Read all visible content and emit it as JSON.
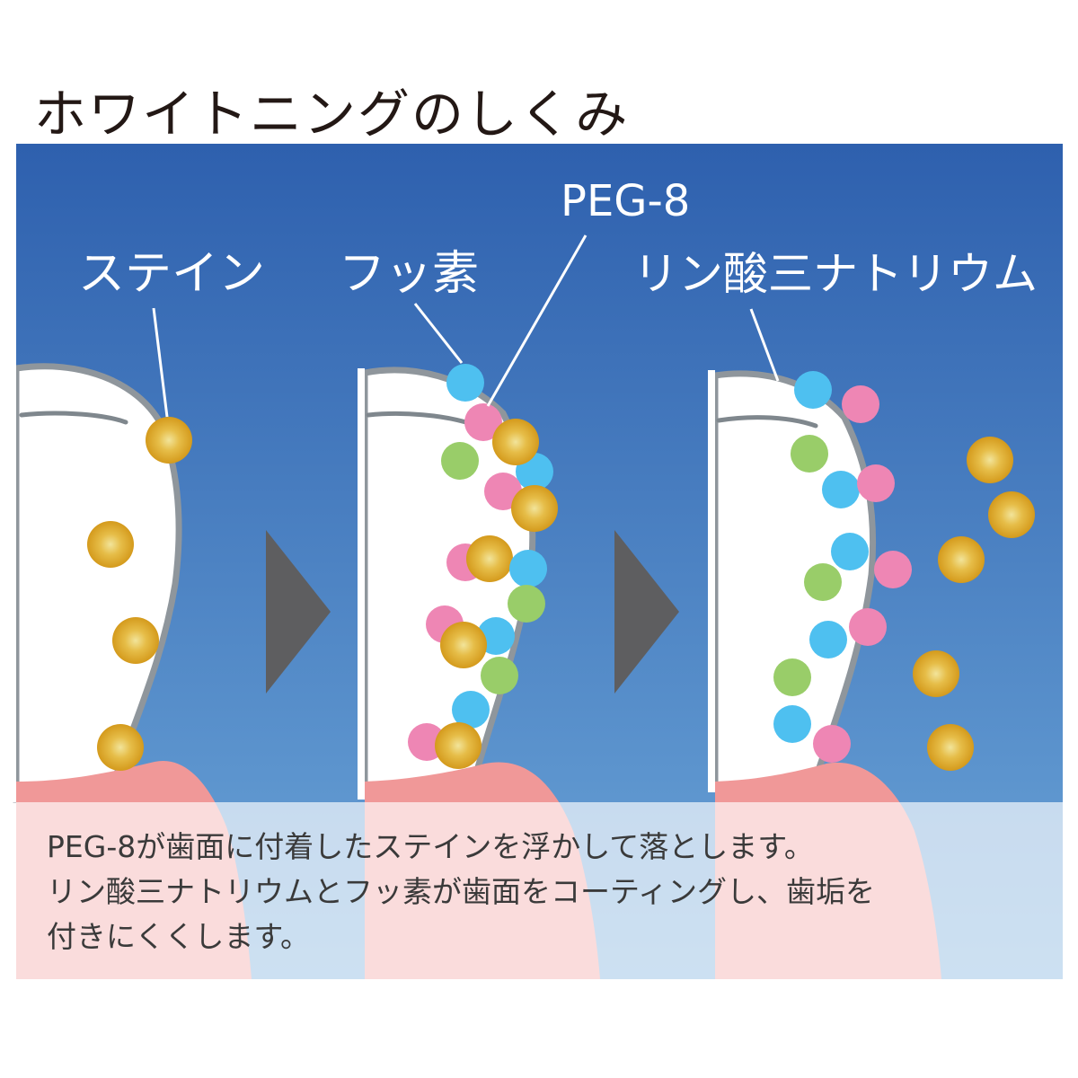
{
  "title": "ホワイトニングのしくみ",
  "labels": {
    "stain": "ステイン",
    "fluoride": "フッ素",
    "peg8": "PEG-8",
    "trisodium_phosphate": "リン酸三ナトリウム"
  },
  "caption": {
    "line1": "PEG-8が歯面に付着したステインを浮かして落とします。",
    "line2": "リン酸三ナトリウムとフッ素が歯面をコーティングし、歯垢を",
    "line3": "付きにくくします。"
  },
  "colors": {
    "background_top": "#2e60ae",
    "background_bottom": "#6ba5d8",
    "stain": "#dca324",
    "fluoride": "#4ec0f0",
    "peg8": "#ee86b4",
    "trisodium_phosphate": "#99cd69",
    "gum": "#f09898",
    "tooth": "#ffffff",
    "tooth_outline": "#8f969c",
    "arrow": "#5e5e60"
  }
}
